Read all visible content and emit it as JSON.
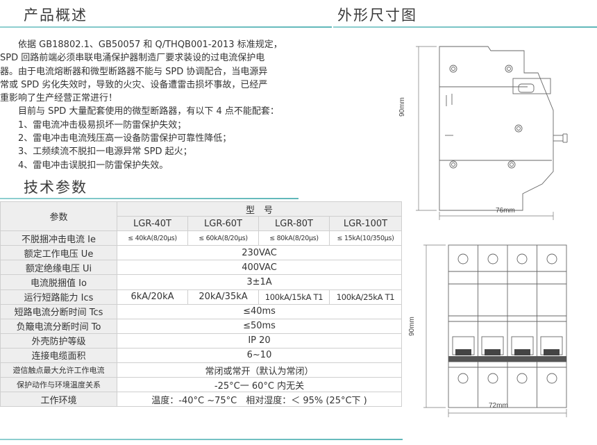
{
  "overview": {
    "title": "产品概述",
    "lines": [
      "依据 GB18802.1、GB50057 和 Q/THQB001-2013 标准规定，",
      "SPD 回路前端必须串联电涌保护器制造厂要求装设的过电流保护电",
      "器。由于电流熔断器和微型断路器不能与 SPD 协调配合，当电源异",
      "常或 SPD 劣化失效时，导致的火灾、设备遭雷击损坏事故，已经严",
      "重影响了生产经营正常进行！",
      "目前与 SPD 大量配套使用的微型断路器，有以下 4 点不能配套："
    ],
    "items": [
      "1、雷电流冲击极易损坏一防雷保护失效；",
      "2、雷电冲击电流残压高一设备防雷保护可靠性降低；",
      "3、工频续流不脱扣一电源异常 SPD 起火；",
      "4、雷电冲击误脱扣一防雷保护失效。"
    ]
  },
  "dimensions": {
    "title": "外形尺寸图",
    "top_height": "90mm",
    "top_width": "76mm",
    "bottom_height": "90mm",
    "bottom_width": "72mm"
  },
  "params": {
    "title": "技术参数",
    "param_header": "参数",
    "model_header": "型　号",
    "models": [
      "LGR-40T",
      "LGR-60T",
      "LGR-80T",
      "LGR-100T"
    ],
    "rows": [
      {
        "label": "不脱捆冲击电流 Ie",
        "cells": [
          "≤ 40kA(8/20μs)",
          "≤ 60kA(8/20μs)",
          "≤ 80kA(8/20μs)",
          "≤ 15kA(10/350μs)"
        ]
      },
      {
        "label": "额定工作电压 Ue",
        "value": "230VAC"
      },
      {
        "label": "额定绝缘电压 Ui",
        "value": "400VAC"
      },
      {
        "label": "电流脱捆值 Io",
        "value": "3±1A"
      },
      {
        "label": "运行短路能力 Ics",
        "cells": [
          "6kA/20kA",
          "20kA/35kA",
          "100kA/15kA T1",
          "100kA/25kA T1"
        ]
      },
      {
        "label": "短路电流分断时间 Tcs",
        "value": "≤40ms"
      },
      {
        "label": "负簸电流分断时间 To",
        "value": "≤50ms"
      },
      {
        "label": "外壳防护等级",
        "value": "IP 20"
      },
      {
        "label": "连接电缆面积",
        "value": "6~10"
      },
      {
        "label": "遊信触点最大允许工作电流",
        "value": "常闭或常开（默认为常闭）"
      },
      {
        "label": "保护动作与环境温度关系",
        "value": "-25°C一 60°C 内无关"
      },
      {
        "label": "工作环境",
        "value": "温度：-40°C ~75°C　相对湿度：＜ 95% (25°C下 )"
      }
    ]
  },
  "colors": {
    "accent": "#5fb7b9",
    "header_bg": "#eeeeee",
    "border": "#cfcfcf"
  }
}
